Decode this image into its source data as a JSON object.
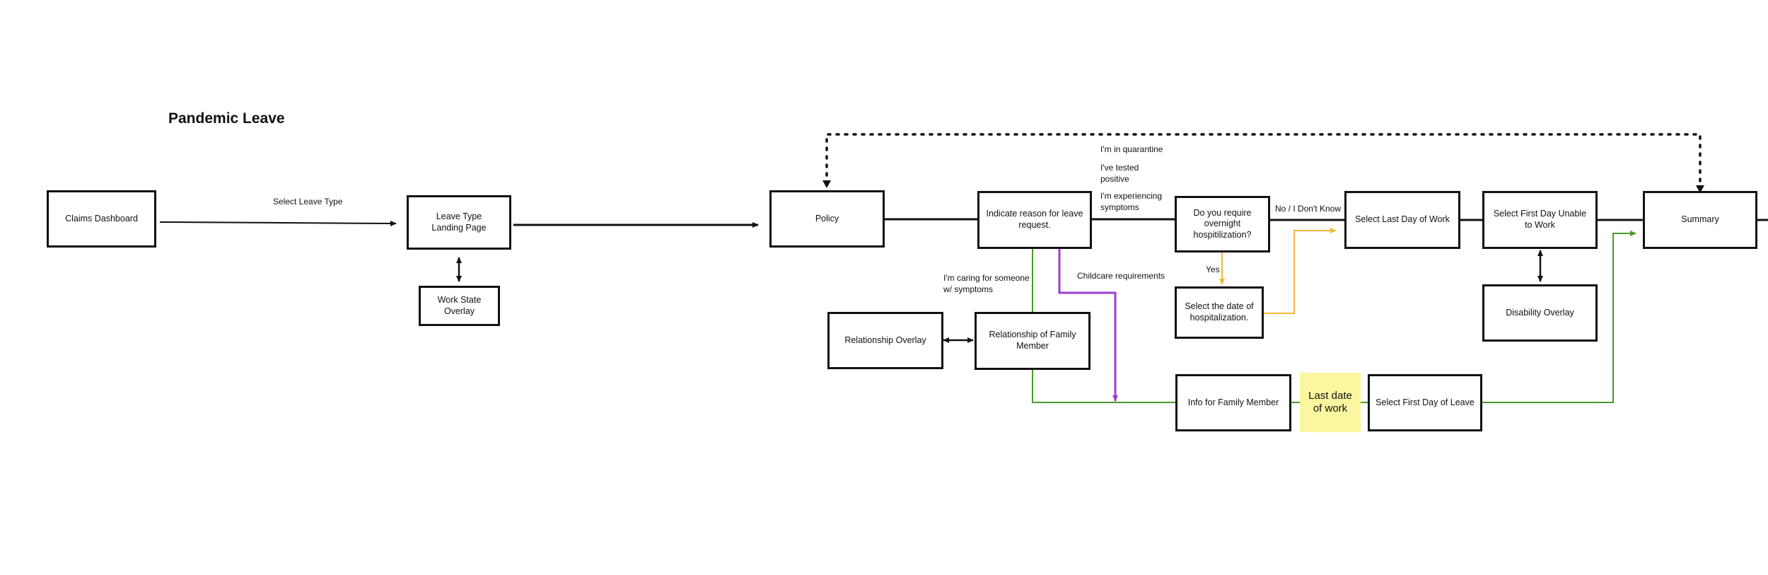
{
  "diagram": {
    "title": "Pandemic Leave",
    "nodes": {
      "claims_dashboard": "Claims Dashboard",
      "leave_type_landing": "Leave Type\nLanding Page",
      "work_state_overlay": "Work State Overlay",
      "policy": "Policy",
      "indicate_reason": "Indicate reason for leave request.",
      "overnight_hosp": "Do you require overnight hospitilization?",
      "select_last_day": "Select Last Day of Work",
      "select_first_day_unable": "Select First Day Unable to Work",
      "summary": "Summary",
      "hosp_date": "Select the date of hospitalization.",
      "disability_overlay": "Disability Overlay",
      "relationship_overlay": "Relationship Overlay",
      "relationship_family": "Relationship of Family Member",
      "info_family": "Info for Family Member",
      "first_day_leave": "Select First Day of Leave"
    },
    "sticky_note": "Last date of work",
    "labels": {
      "select_leave_type": "Select Leave Type",
      "quarantine": "I'm in quarantine",
      "tested_positive": "I've tested\npositive",
      "experiencing": "I'm experiencing\nsymptoms",
      "no_dont_know": "No / I Don't Know",
      "yes": "Yes",
      "caring": "I'm caring for someone\nw/ symptoms",
      "childcare": "Childcare requirements"
    },
    "colors": {
      "line": "#111111",
      "green": "#4a9a2a",
      "purple": "#9b3fd0",
      "orange": "#f4b73a",
      "sticky": "#fbf7a0"
    }
  }
}
